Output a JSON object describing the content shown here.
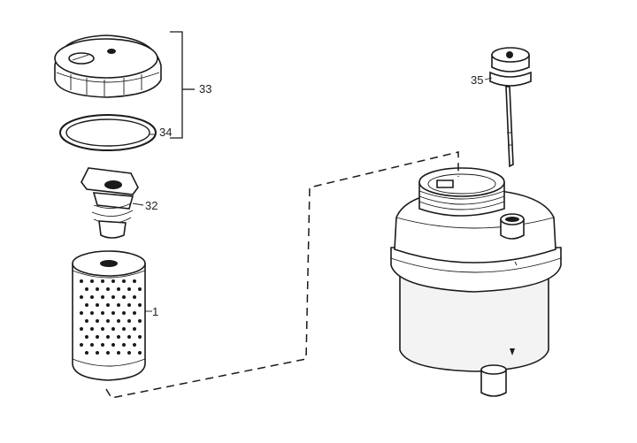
{
  "callouts": {
    "part_33": "33",
    "part_34": "34",
    "part_32": "32",
    "part_1": "1",
    "part_35": "35"
  },
  "colors": {
    "line": "#1a1a1a",
    "background": "#ffffff",
    "shade": "#f3f3f3"
  }
}
